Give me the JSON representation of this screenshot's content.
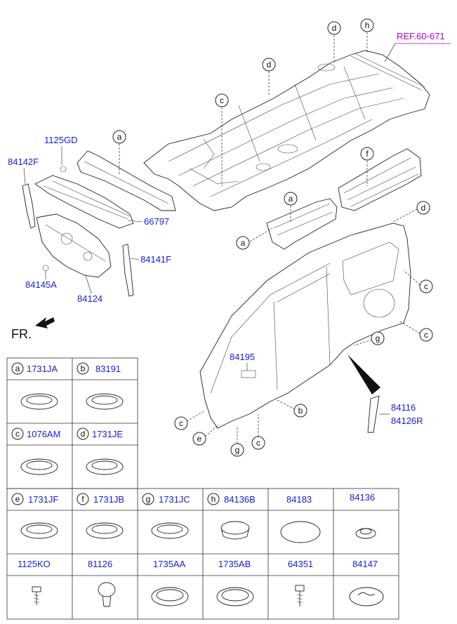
{
  "diagram": {
    "ref_label": "REF.60-671",
    "front_label": "FR.",
    "part_labels": {
      "p1125GD": "1125GD",
      "p84142F": "84142F",
      "p66797": "66797",
      "p84141F": "84141F",
      "p84145A": "84145A",
      "p84124": "84124",
      "p84195": "84195",
      "p84116": "84116",
      "p84126R": "84126R"
    },
    "callout_letters": {
      "a": "a",
      "b": "b",
      "c": "c",
      "d": "d",
      "e": "e",
      "f": "f",
      "g": "g",
      "h": "h"
    }
  },
  "parts_table": {
    "row1": [
      {
        "letter": "a",
        "code": "1731JA"
      },
      {
        "letter": "b",
        "code": "83191"
      }
    ],
    "row2": [
      {
        "letter": "c",
        "code": "1076AM"
      },
      {
        "letter": "d",
        "code": "1731JE"
      }
    ],
    "row3": [
      {
        "letter": "e",
        "code": "1731JF"
      },
      {
        "letter": "f",
        "code": "1731JB"
      },
      {
        "letter": "g",
        "code": "1731JC"
      },
      {
        "letter": "h",
        "code": "84136B"
      },
      {
        "letter": "",
        "code": "84183"
      },
      {
        "letter": "",
        "code": "84136"
      }
    ],
    "row4": [
      {
        "code": "1125KO"
      },
      {
        "code": "81126"
      },
      {
        "code": "1735AA"
      },
      {
        "code": "1735AB"
      },
      {
        "code": "64351"
      },
      {
        "code": "84147"
      }
    ]
  }
}
